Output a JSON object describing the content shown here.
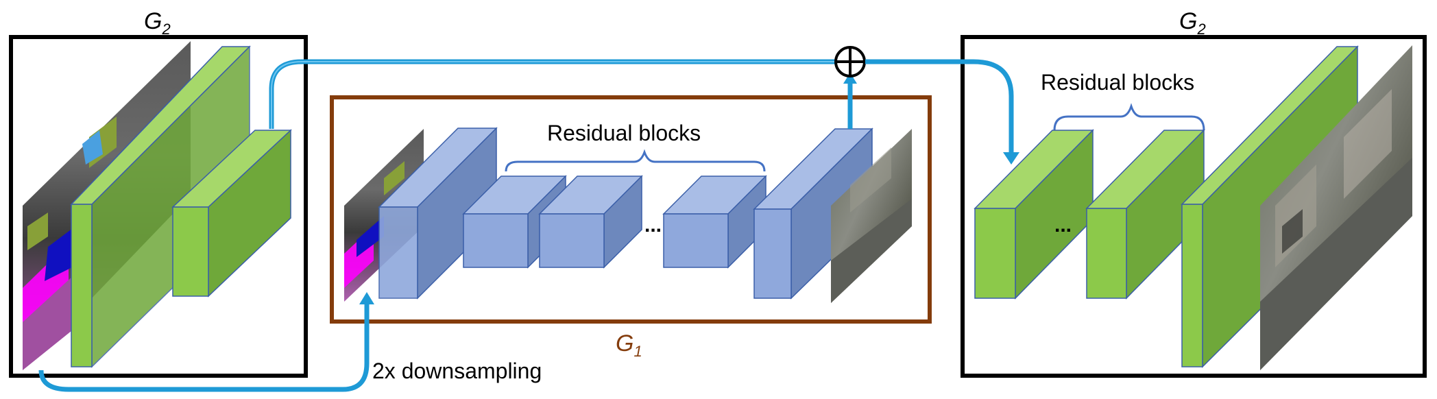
{
  "left_block": {
    "label_main": "G",
    "label_sub": "2"
  },
  "center_block": {
    "label_main": "G",
    "label_sub": "1",
    "residual_label": "Residual blocks",
    "ellipsis": "..."
  },
  "right_block": {
    "label_main": "G",
    "label_sub": "2",
    "residual_label": "Residual blocks",
    "ellipsis": "..."
  },
  "downsample_label": "2x downsampling",
  "colors": {
    "green_front": "#8cc94a",
    "green_side": "#6fa83a",
    "green_top": "#a6d86a",
    "blue_front": "#8fa8dc",
    "blue_side": "#6d88bd",
    "blue_top": "#a9bde6",
    "arrow": "#1e9ad6",
    "g1_frame": "#843c0c",
    "brace": "#4472c4"
  }
}
